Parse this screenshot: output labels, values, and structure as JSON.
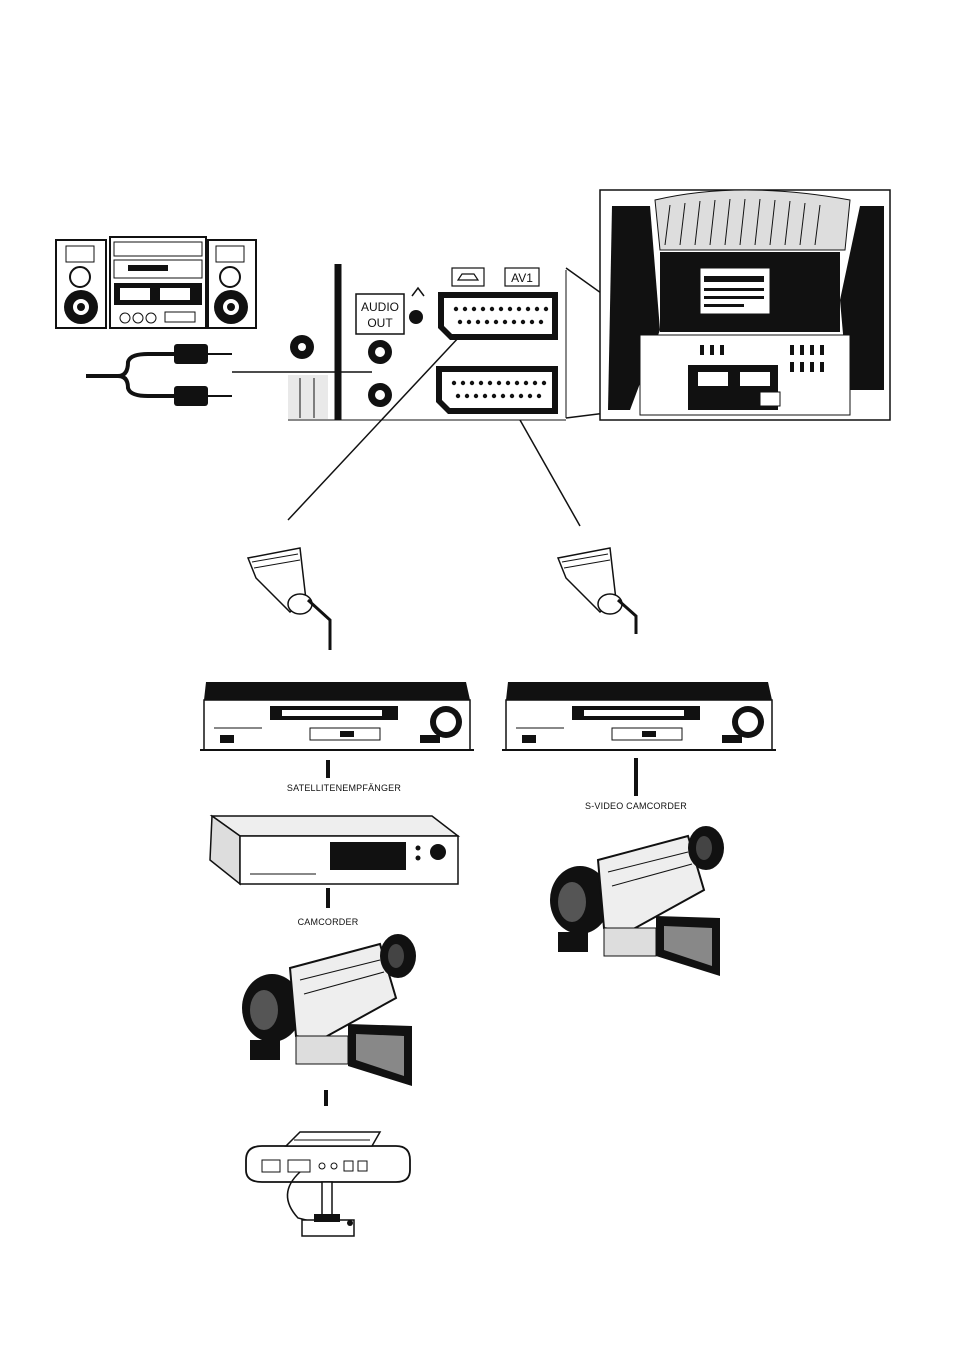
{
  "panel": {
    "audio_out_label_line1": "AUDIO",
    "audio_out_label_line2": "OUT",
    "av1_label": "AV1"
  },
  "labels": {
    "satellite": "SATELLITENEMPFÄNGER",
    "svideo_camcorder": "S-VIDEO CAMCORDER",
    "camcorder": "CAMCORDER"
  },
  "devices": [
    {
      "name": "stereo-system-icon"
    },
    {
      "name": "rca-cable-icon"
    },
    {
      "name": "tv-rear-icon"
    },
    {
      "name": "scart-plug-icon"
    },
    {
      "name": "vcr-icon"
    },
    {
      "name": "satellite-receiver-icon"
    },
    {
      "name": "camcorder-icon"
    },
    {
      "name": "game-console-icon"
    }
  ]
}
